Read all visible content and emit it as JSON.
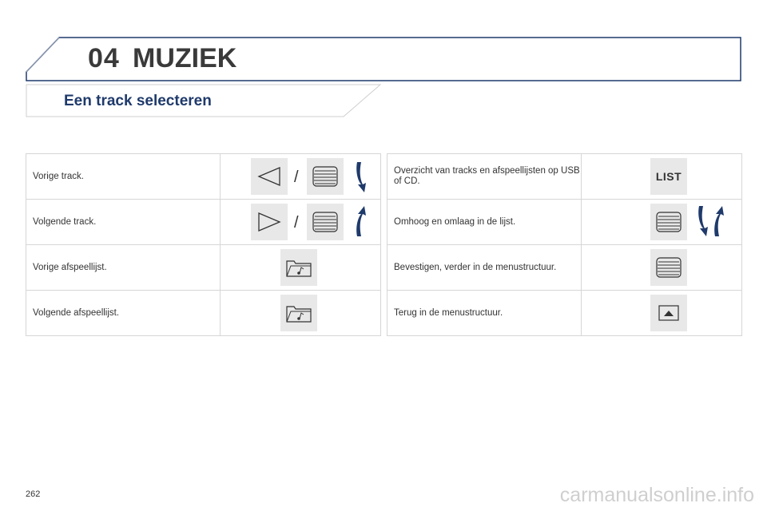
{
  "chapter": {
    "number": "04",
    "title": "MUZIEK"
  },
  "section": {
    "title": "Een track selecteren"
  },
  "left_rows": [
    {
      "label": "Vorige track.",
      "icons": [
        "prev-triangle-icon",
        "rotary-knob-icon",
        "arrow-down-curved-icon"
      ],
      "separator": "/"
    },
    {
      "label": "Volgende track.",
      "icons": [
        "next-triangle-icon",
        "rotary-knob-icon",
        "arrow-up-curved-icon"
      ],
      "separator": "/"
    },
    {
      "label": "Vorige afspeellijst.",
      "icons": [
        "folder-music-icon"
      ]
    },
    {
      "label": "Volgende afspeellijst.",
      "icons": [
        "folder-music-icon"
      ]
    }
  ],
  "right_rows": [
    {
      "label": "Overzicht van tracks en afspeellijsten op USB of CD.",
      "button_text": "LIST"
    },
    {
      "label": "Omhoog en omlaag in de lijst.",
      "icons": [
        "rotary-knob-icon",
        "arrows-up-down-icon"
      ]
    },
    {
      "label": "Bevestigen, verder in de menustructuur.",
      "icons": [
        "rotary-knob-icon"
      ]
    },
    {
      "label": "Terug in de menustructuur.",
      "icons": [
        "eject-back-icon"
      ]
    }
  ],
  "footer": {
    "page_number": "262",
    "watermark": "carmanualsonline.info"
  }
}
